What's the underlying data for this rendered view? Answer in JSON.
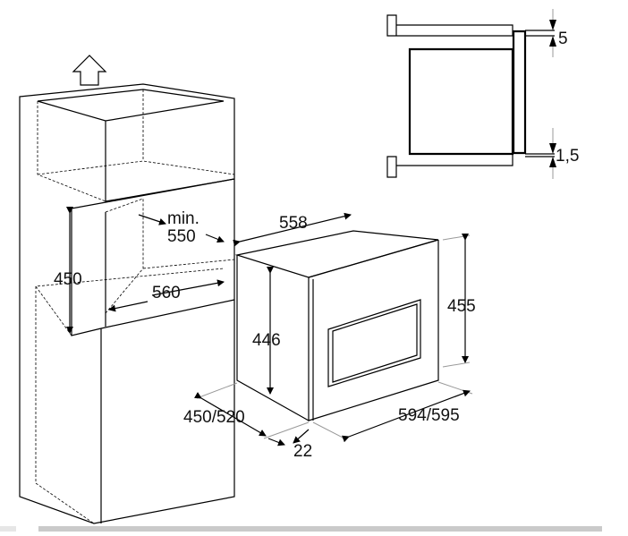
{
  "diagram": {
    "title": "Built-in oven installation dimensions",
    "niche": {
      "min_label": "min.",
      "depth": "550",
      "height": "450",
      "width": "560"
    },
    "oven": {
      "depth": "558",
      "body_height": "446",
      "front_height": "455",
      "cabinet_depth": "450/520",
      "front_width": "594/595",
      "front_thickness": "22"
    },
    "detail": {
      "top_gap": "5",
      "bottom_gap": "1,5"
    }
  }
}
